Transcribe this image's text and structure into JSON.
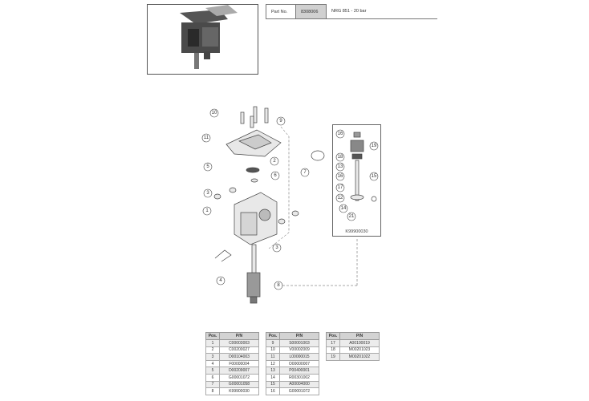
{
  "header": {
    "part_no_label": "Part No.",
    "part_no": "8308006",
    "description": "NRG 851 - 20 bar"
  },
  "diagram": {
    "callouts": [
      "10",
      "11",
      "9",
      "2",
      "5",
      "6",
      "7",
      "3",
      "1",
      "3",
      "4",
      "8"
    ],
    "kit_callouts": [
      "16",
      "19",
      "18",
      "13",
      "16",
      "15",
      "17",
      "12",
      "14",
      "21"
    ],
    "kit_label": "K99900030"
  },
  "tables": [
    {
      "headers": [
        "Pos.",
        "P/N"
      ],
      "rows": [
        [
          "1",
          "C00003003"
        ],
        [
          "2",
          "C00200027"
        ],
        [
          "3",
          "D00104003"
        ],
        [
          "4",
          "F00000004"
        ],
        [
          "5",
          "D00209007"
        ],
        [
          "6",
          "G00001072"
        ],
        [
          "7",
          "G00001058"
        ],
        [
          "8",
          "K99900030"
        ]
      ]
    },
    {
      "headers": [
        "Pos.",
        "P/N"
      ],
      "rows": [
        [
          "9",
          "S00001003"
        ],
        [
          "10",
          "V00002009"
        ],
        [
          "11",
          "L00000015"
        ],
        [
          "12",
          "O00000007"
        ],
        [
          "13",
          "P00400001"
        ],
        [
          "14",
          "R00301002"
        ],
        [
          "15",
          "A00004000"
        ],
        [
          "16",
          "G00001072"
        ]
      ]
    },
    {
      "headers": [
        "Pos.",
        "P/N"
      ],
      "rows": [
        [
          "17",
          "A00100019"
        ],
        [
          "18",
          "M00201023"
        ],
        [
          "19",
          "M00201022"
        ]
      ]
    }
  ]
}
